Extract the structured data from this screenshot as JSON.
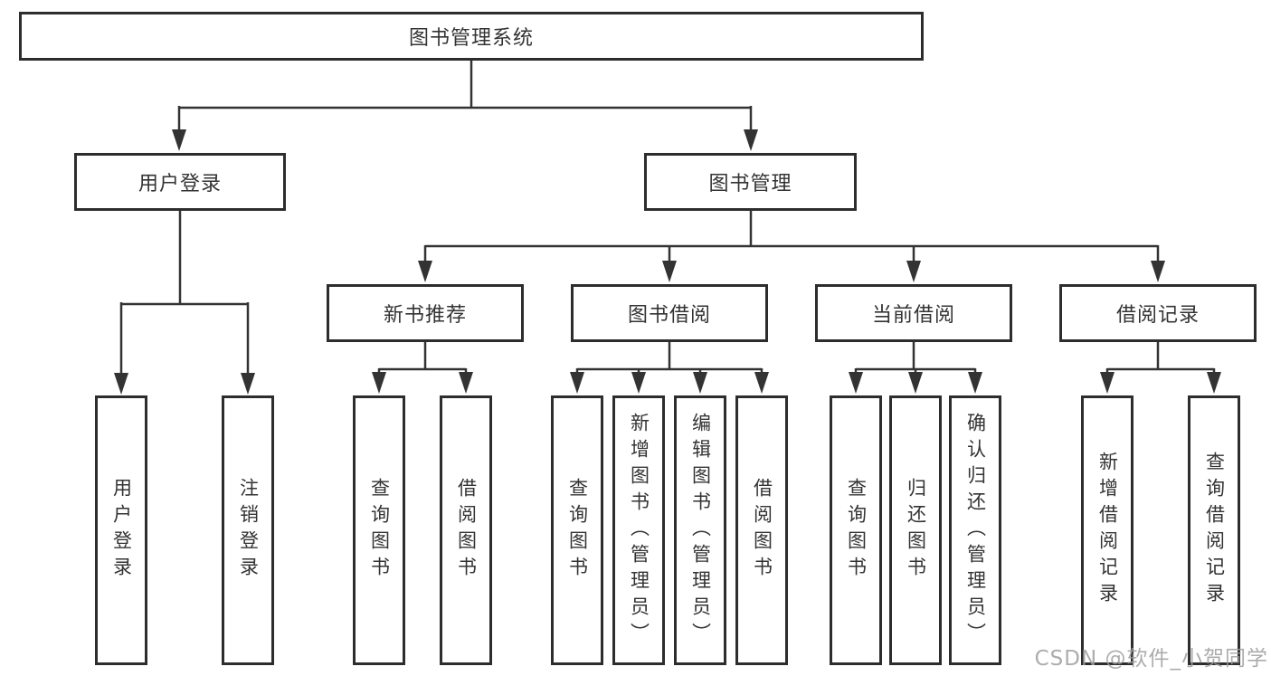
{
  "diagram": {
    "root": {
      "label": "图书管理系统"
    },
    "level2": {
      "user_login": {
        "label": "用户登录"
      },
      "book_management": {
        "label": "图书管理"
      }
    },
    "level3": {
      "new_book_recommend": {
        "label": "新书推荐"
      },
      "book_borrow": {
        "label": "图书借阅"
      },
      "current_borrow": {
        "label": "当前借阅"
      },
      "borrow_records": {
        "label": "借阅记录"
      }
    },
    "leaves": {
      "user_login": {
        "label": "用户登录"
      },
      "logout": {
        "label": "注销登录"
      },
      "nb_query_books": {
        "label": "查询图书"
      },
      "nb_borrow_books": {
        "label": "借阅图书"
      },
      "bb_query_books": {
        "label": "查询图书"
      },
      "bb_add_books": {
        "label": "新增图书（管理员）"
      },
      "bb_edit_books": {
        "label": "编辑图书（管理员）"
      },
      "bb_borrow_books": {
        "label": "借阅图书"
      },
      "cb_query_books": {
        "label": "查询图书"
      },
      "cb_return_books": {
        "label": "归还图书"
      },
      "cb_confirm_return": {
        "label": "确认归还（管理员）"
      },
      "br_add_record": {
        "label": "新增借阅记录"
      },
      "br_query_record": {
        "label": "查询借阅记录"
      }
    },
    "watermark": "CSDN @软件_小贺同学",
    "colors": {
      "line": "#333333",
      "box_border": "#2d2d2d",
      "text": "#333333",
      "watermark": "#9e9e9e",
      "background": "#ffffff"
    }
  }
}
